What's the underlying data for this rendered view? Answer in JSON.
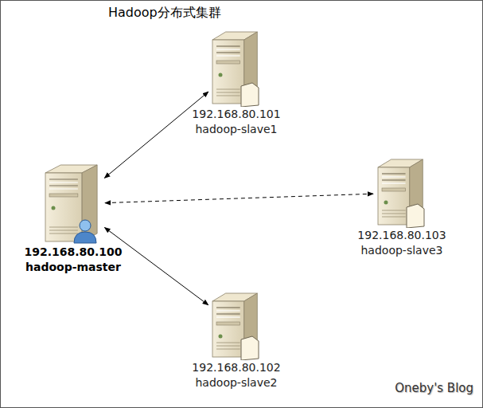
{
  "diagram": {
    "title": "Hadoop分布式集群",
    "nodes": [
      {
        "text": [
          "192.168.80.101",
          "hadoop-slave1"
        ]
      },
      {
        "text": [
          "192.168.80.100",
          "hadoop-master"
        ]
      },
      {
        "text": [
          "192.168.80.103",
          "hadoop-slave3"
        ]
      },
      {
        "text": [
          "192.168.80.102",
          "hadoop-slave2"
        ]
      }
    ],
    "edges": [
      {
        "from": 1,
        "to": 0,
        "arrow": "both"
      },
      {
        "from": 1,
        "to": 2,
        "arrow": "both"
      },
      {
        "from": 1,
        "to": 3,
        "arrow": "both"
      }
    ],
    "labels": [
      "Oneby's Blog"
    ]
  }
}
